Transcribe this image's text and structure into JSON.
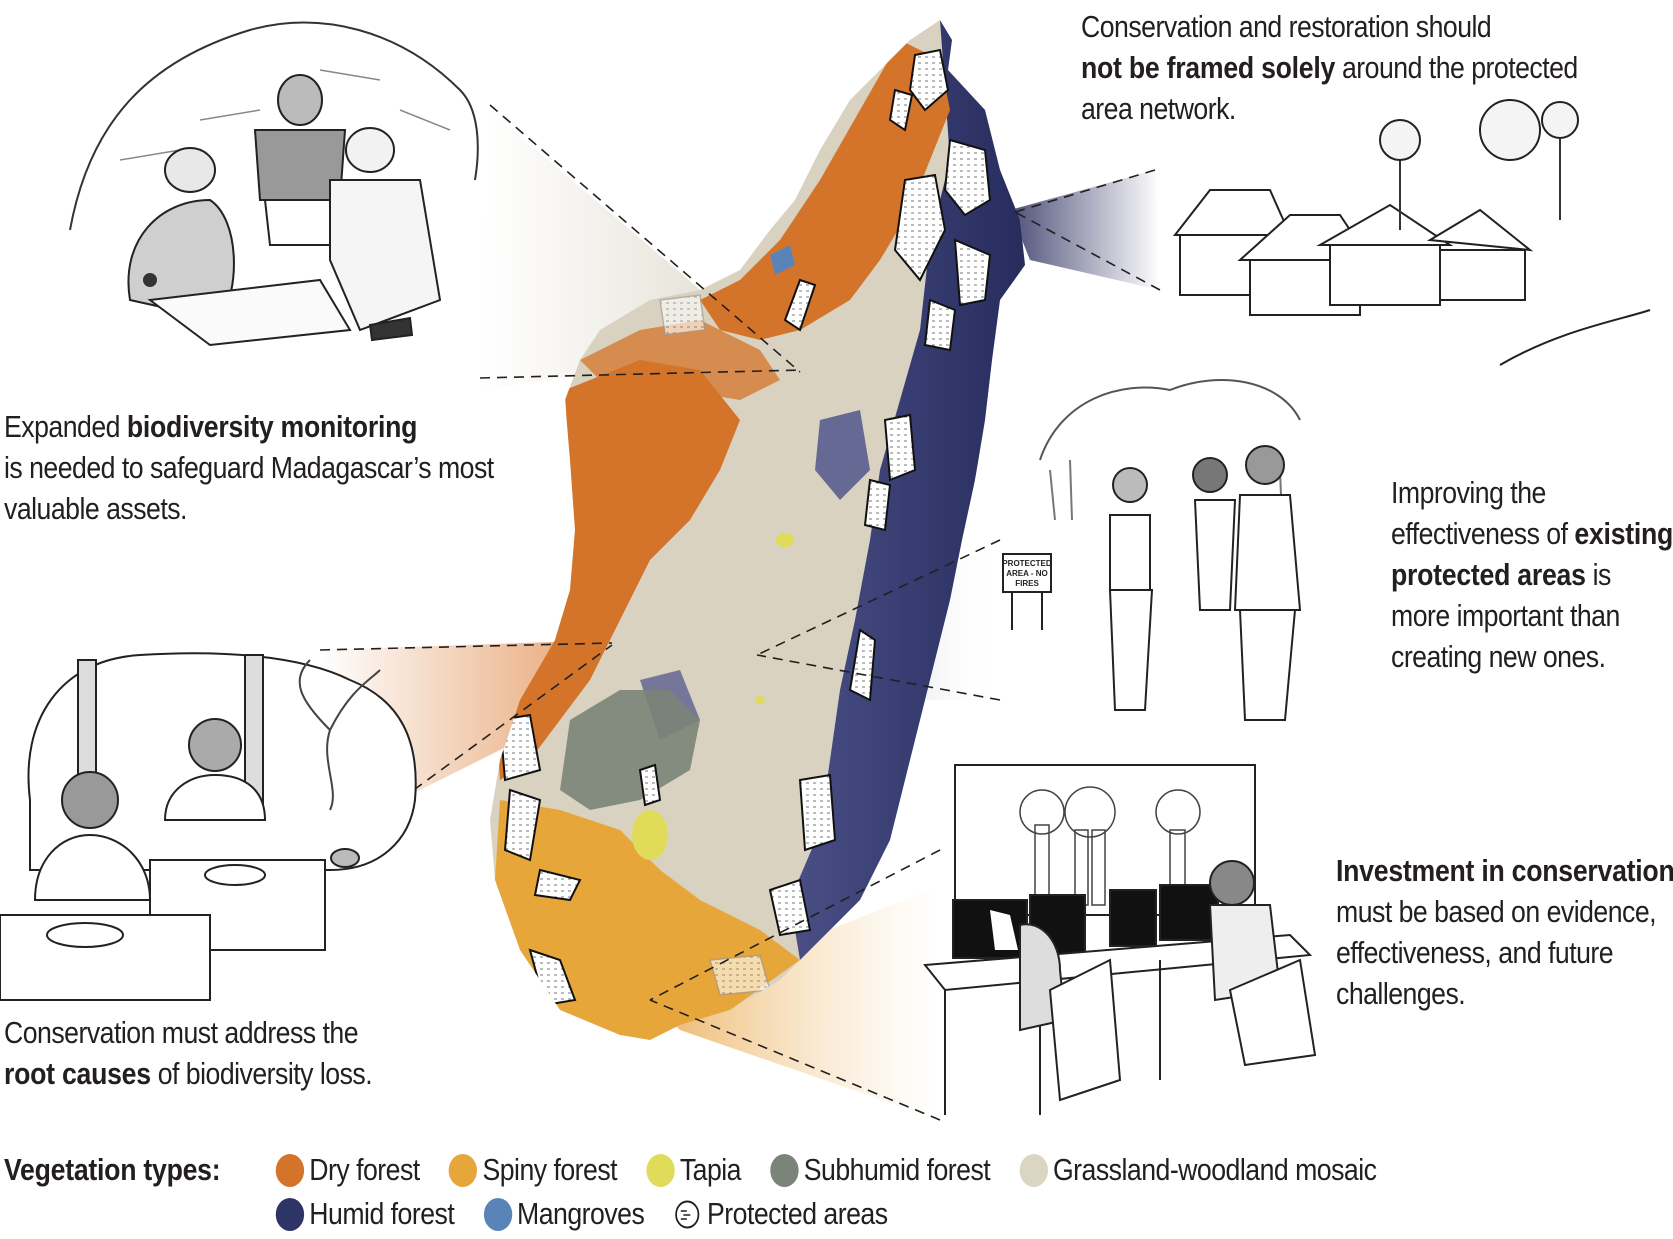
{
  "captions": {
    "monitoring": {
      "pre": "Expanded ",
      "bold": "biodiversity monitoring",
      "post": "is needed to safeguard Madagascar’s most valuable assets."
    },
    "root_causes": {
      "pre": "Conservation must address the",
      "bold": "root causes",
      "post": " of biodiversity loss."
    },
    "framing": {
      "pre": "Conservation and restoration should",
      "bold": "not be framed solely",
      "post": " around the protected area network."
    },
    "effectiveness": {
      "pre": "Improving the effectiveness of",
      "bold": "existing protected areas",
      "post": " is more important than creating new ones."
    },
    "investment": {
      "bold": "Investment in conservation",
      "post": " must be based on evidence, effectiveness, and future challenges."
    }
  },
  "illustrations": {
    "sign_lines": [
      "PROTECTED",
      "AREA - NO",
      "FIRES"
    ]
  },
  "legend": {
    "title": "Vegetation types:",
    "items": [
      {
        "label": "Dry forest",
        "color": "#d4742a"
      },
      {
        "label": "Spiny forest",
        "color": "#e6a63a"
      },
      {
        "label": "Tapia",
        "color": "#e0dc5a"
      },
      {
        "label": "Subhumid forest",
        "color": "#7a8478"
      },
      {
        "label": "Grassland-woodland mosaic",
        "color": "#dbd5c4"
      },
      {
        "label": "Humid forest",
        "color": "#2e3466"
      },
      {
        "label": "Mangroves",
        "color": "#5a84b8"
      },
      {
        "label": "Protected areas",
        "color": "#ffffff"
      }
    ]
  }
}
